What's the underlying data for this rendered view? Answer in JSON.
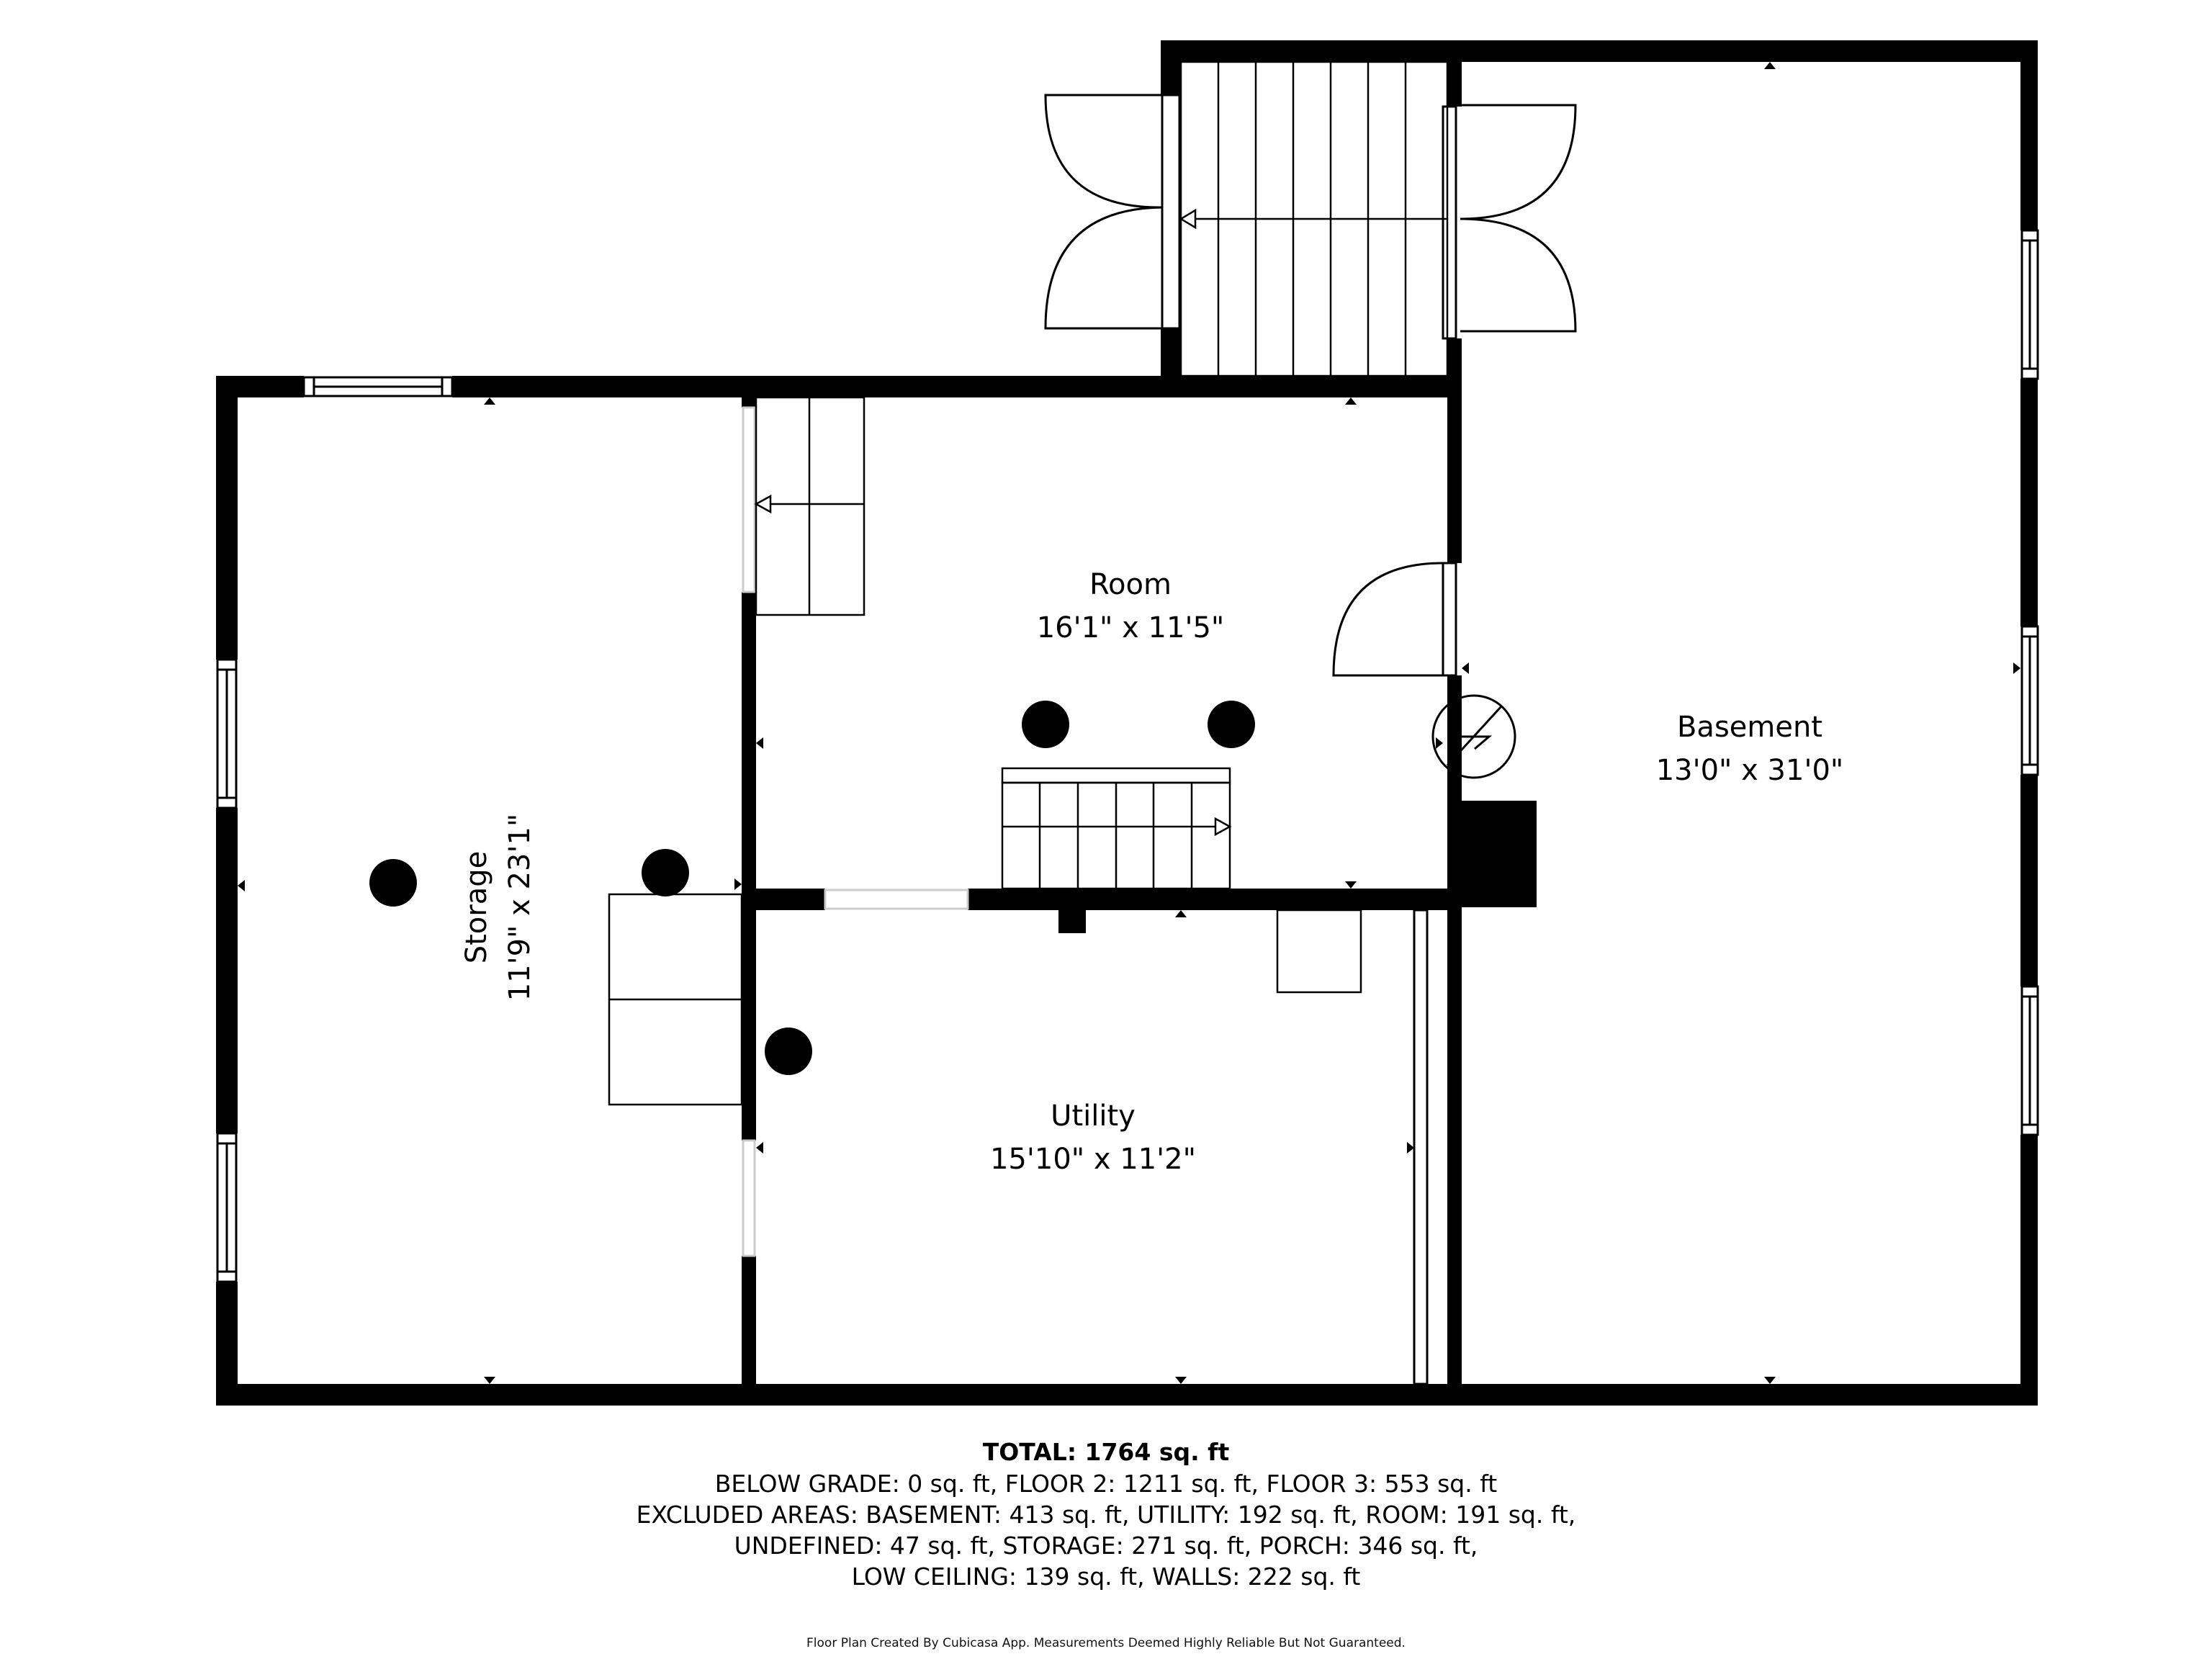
{
  "rooms": {
    "room": {
      "name": "Room",
      "dims": "16'1\" x 11'5\""
    },
    "basement": {
      "name": "Basement",
      "dims": "13'0\" x 31'0\""
    },
    "storage": {
      "name": "Storage",
      "dims": "11'9\" x 23'1\""
    },
    "utility": {
      "name": "Utility",
      "dims": "15'10\" x 11'2\""
    }
  },
  "summary": {
    "total": "TOTAL: 1764 sq. ft",
    "lines": [
      "BELOW GRADE: 0 sq. ft, FLOOR 2: 1211 sq. ft, FLOOR 3: 553 sq. ft",
      "EXCLUDED AREAS: BASEMENT: 413 sq. ft, UTILITY: 192 sq. ft, ROOM: 191 sq. ft,",
      "UNDEFINED: 47 sq. ft, STORAGE: 271 sq. ft, PORCH: 346 sq. ft,",
      "LOW CEILING: 139 sq. ft, WALLS: 222 sq. ft"
    ]
  },
  "credit": "Floor Plan Created By Cubicasa App. Measurements Deemed Highly Reliable But Not Guaranteed.",
  "colors": {
    "wall": "#000000",
    "background": "#ffffff"
  }
}
